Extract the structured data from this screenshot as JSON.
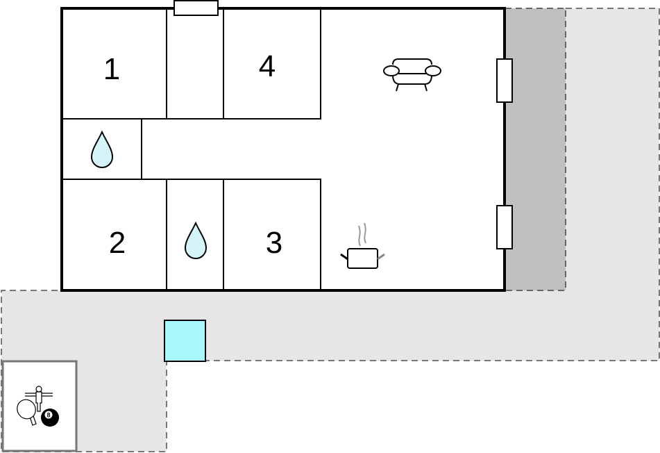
{
  "floorplan": {
    "rooms": [
      {
        "label": "1",
        "type": "bedroom"
      },
      {
        "label": "4",
        "type": "bedroom"
      },
      {
        "label": "2",
        "type": "bedroom"
      },
      {
        "label": "3",
        "type": "bedroom"
      }
    ],
    "icons": [
      "water-drop-icon",
      "water-drop-icon",
      "sofa-icon",
      "cooking-pot-icon",
      "table-football-icon",
      "ping-pong-icon",
      "billiard-ball-icon"
    ],
    "billiard_ball_number": "8",
    "colors": {
      "terrace": "#e6e6e6",
      "covered_terrace": "#c0c0c0",
      "pool": "#aaf8fb",
      "water": "#d4f4fa",
      "walls": "#000000",
      "outline_dashed": "#777777"
    }
  }
}
